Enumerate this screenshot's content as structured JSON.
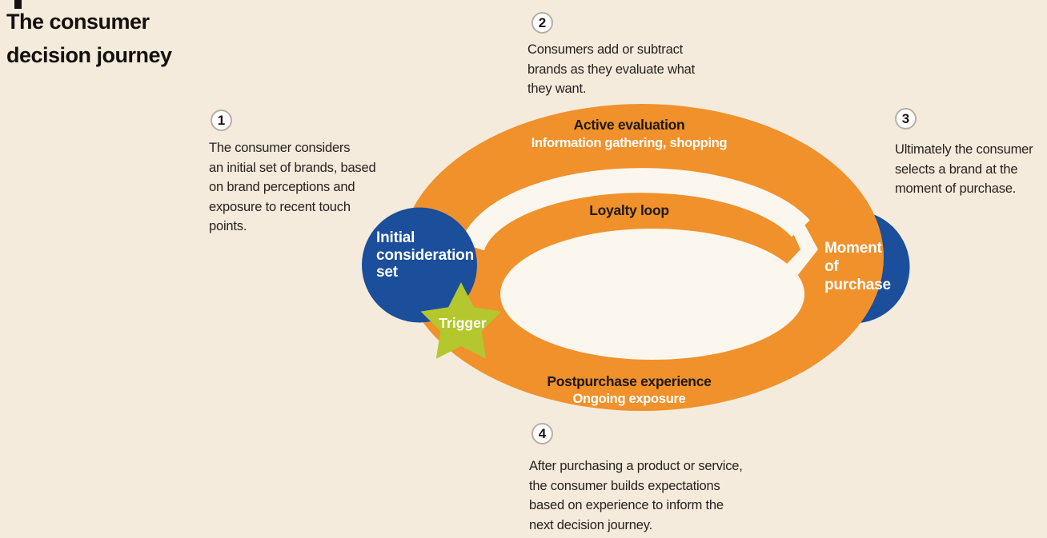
{
  "title": {
    "text": "The consumer\ndecision journey"
  },
  "steps": [
    {
      "number": "1",
      "text": "The consumer considers\nan initial set of brands, based\non brand perceptions and\nexposure to recent touch\npoints."
    },
    {
      "number": "2",
      "text": "Consumers add or subtract\nbrands as they evaluate what\nthey want."
    },
    {
      "number": "3",
      "text": "Ultimately the consumer\nselects a brand at the\nmoment of purchase."
    },
    {
      "number": "4",
      "text": "After purchasing a product or service,\nthe consumer builds expectations\nbased on experience to inform the\nnext decision journey."
    }
  ],
  "loop": {
    "active_evaluation": {
      "label": "Active evaluation",
      "sublabel": "Information gathering, shopping"
    },
    "loyalty_loop": {
      "label": "Loyalty loop"
    },
    "postpurchase": {
      "label": "Postpurchase experience",
      "sublabel": "Ongoing exposure"
    },
    "initial_consideration": {
      "label": "Initial\nconsideration\nset"
    },
    "moment_of_purchase": {
      "label": "Moment\nof\npurchase"
    },
    "trigger": {
      "label": "Trigger"
    }
  },
  "colors": {
    "background": "#f4ebdc",
    "loop_white": "#fbf7ee",
    "orange": "#f0912c",
    "blue": "#1b4e9b",
    "green": "#b4c72e",
    "text": "#27221f",
    "badge_border": "#b5afa5",
    "badge_fill": "#ffffff",
    "label_dark": "#1e1913",
    "label_white": "#ffffff"
  }
}
